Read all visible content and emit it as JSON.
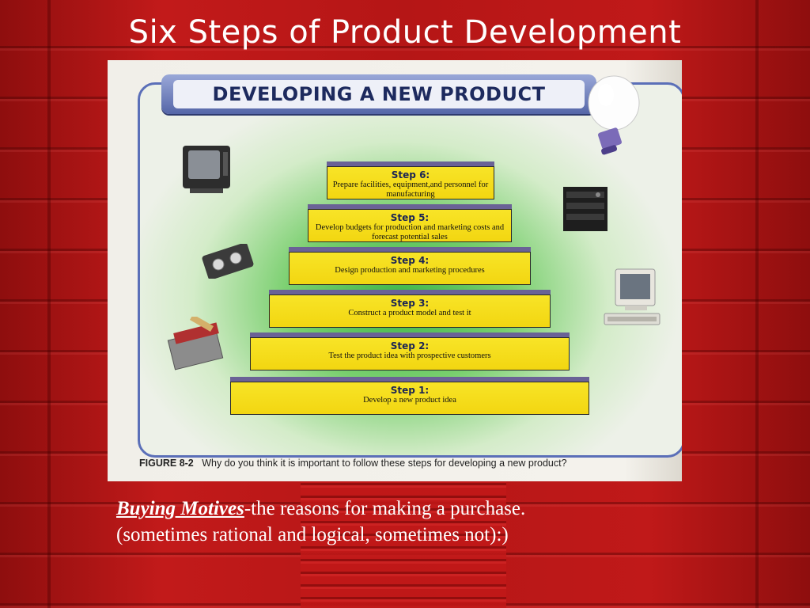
{
  "slide": {
    "title": "Six Steps of Product Development"
  },
  "figure": {
    "banner": "DEVELOPING A NEW PRODUCT",
    "steps": [
      {
        "name": "Step 6:",
        "desc": "Prepare facilities, equipment,and personnel for manufacturing"
      },
      {
        "name": "Step 5:",
        "desc": "Develop budgets for production and marketing costs and forecast potential sales"
      },
      {
        "name": "Step 4:",
        "desc": "Design production and marketing procedures"
      },
      {
        "name": "Step 3:",
        "desc": "Construct a product model and test it"
      },
      {
        "name": "Step 2:",
        "desc": "Test the product idea with prospective customers"
      },
      {
        "name": "Step 1:",
        "desc": "Develop a new product idea"
      }
    ],
    "caption_label": "FIGURE 8-2",
    "caption_text": "Why do you think it is important to follow these steps for developing a new product?",
    "icons": [
      "television-icon",
      "lightbulb-icon",
      "stereo-icon",
      "cassette-icon",
      "computer-icon",
      "toolbox-icon"
    ]
  },
  "body": {
    "term": "Buying Motives",
    "definition": "-the reasons for making a purchase.",
    "note": "(sometimes rational and logical, sometimes not):)"
  },
  "colors": {
    "background": "#b01414",
    "step_fill": "#f8e427",
    "banner_fill": "#5566a8",
    "frame_border": "#5b6fb8"
  }
}
